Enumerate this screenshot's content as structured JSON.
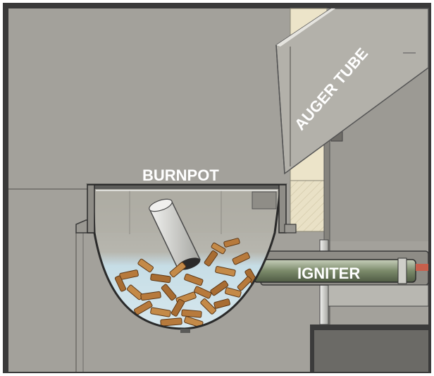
{
  "diagram": {
    "labels": {
      "burnpot": "BURNPOT",
      "auger_tube": "AUGER TUBE",
      "igniter": "IGNITER"
    },
    "colors": {
      "frame": "#3d3d3d",
      "wall": "#a3a19b",
      "wall_dark": "#8f8d87",
      "firebrick": "#e9e1c6",
      "glass": "#c9dde6",
      "pellet": "#b77a3c",
      "pellet_dark": "#7a4b22",
      "tube_light": "#d8d9d3",
      "igniter_green": "#7d8c6c",
      "label": "#ffffff"
    },
    "icons": [
      "pellet-chunks",
      "auger-tube",
      "igniter-rod",
      "burnpot-bowl"
    ]
  }
}
